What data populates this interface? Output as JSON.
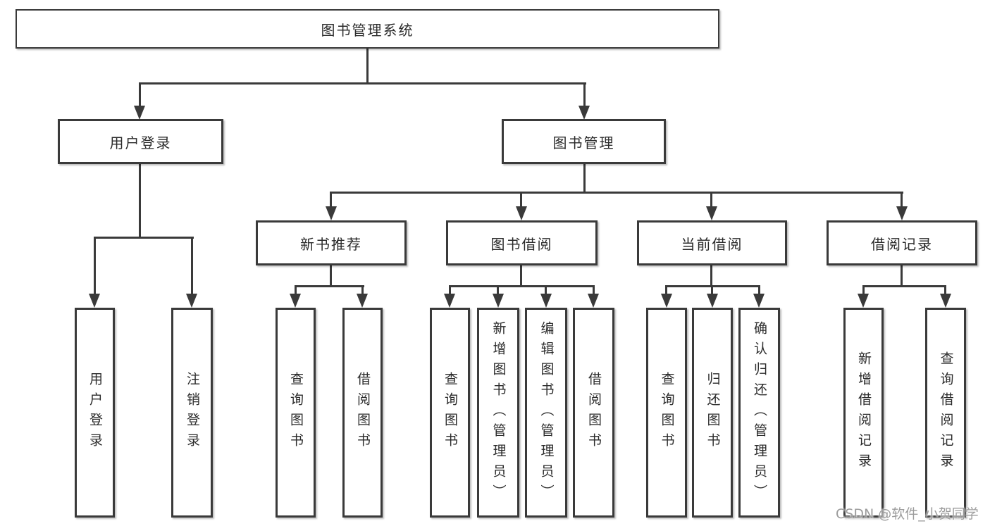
{
  "diagram": {
    "root": {
      "label": "图书管理系统"
    },
    "level2": [
      {
        "label": "用户登录"
      },
      {
        "label": "图书管理"
      }
    ],
    "level3": [
      {
        "label": "新书推荐"
      },
      {
        "label": "图书借阅"
      },
      {
        "label": "当前借阅"
      },
      {
        "label": "借阅记录"
      }
    ],
    "leaves": [
      {
        "parent": "用户登录",
        "label": "用户登录"
      },
      {
        "parent": "用户登录",
        "label": "注销登录"
      },
      {
        "parent": "新书推荐",
        "label": "查询图书"
      },
      {
        "parent": "新书推荐",
        "label": "借阅图书"
      },
      {
        "parent": "图书借阅",
        "label": "查询图书"
      },
      {
        "parent": "图书借阅",
        "label": "新增图书（管理员）"
      },
      {
        "parent": "图书借阅",
        "label": "编辑图书（管理员）"
      },
      {
        "parent": "图书借阅",
        "label": "借阅图书"
      },
      {
        "parent": "当前借阅",
        "label": "查询图书"
      },
      {
        "parent": "当前借阅",
        "label": "归还图书"
      },
      {
        "parent": "当前借阅",
        "label": "确认归还（管理员）"
      },
      {
        "parent": "借阅记录",
        "label": "新增借阅记录"
      },
      {
        "parent": "借阅记录",
        "label": "查询借阅记录"
      }
    ]
  },
  "watermark": {
    "text": "CSDN @软件_小贺同学"
  },
  "colors": {
    "line": "#3a3a3a",
    "text": "#2b2b2b",
    "watermark": "#9c9c9c",
    "background": "#ffffff"
  }
}
